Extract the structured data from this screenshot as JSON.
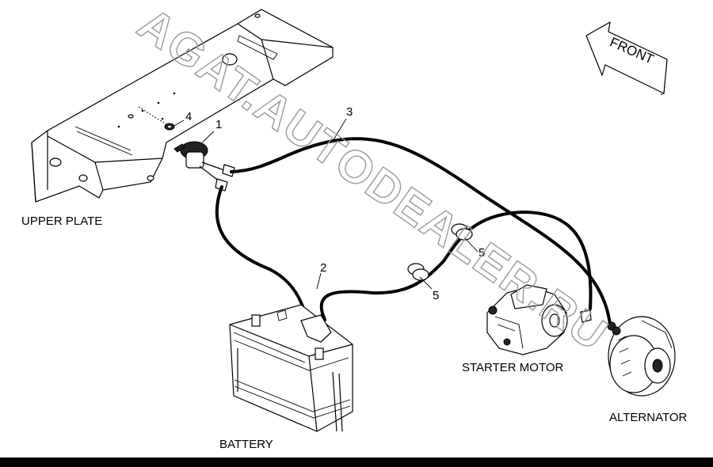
{
  "diagram": {
    "labels": {
      "upper_plate": "UPPER PLATE",
      "battery": "BATTERY",
      "starter_motor": "STARTER MOTOR",
      "alternator": "ALTERNATOR",
      "front": "FRONT"
    },
    "callouts": {
      "c1": "1",
      "c2": "2",
      "c3": "3",
      "c4": "4",
      "c5a": "5",
      "c5b": "5"
    },
    "watermark": "AGAT.AUTODEALER.RU"
  }
}
